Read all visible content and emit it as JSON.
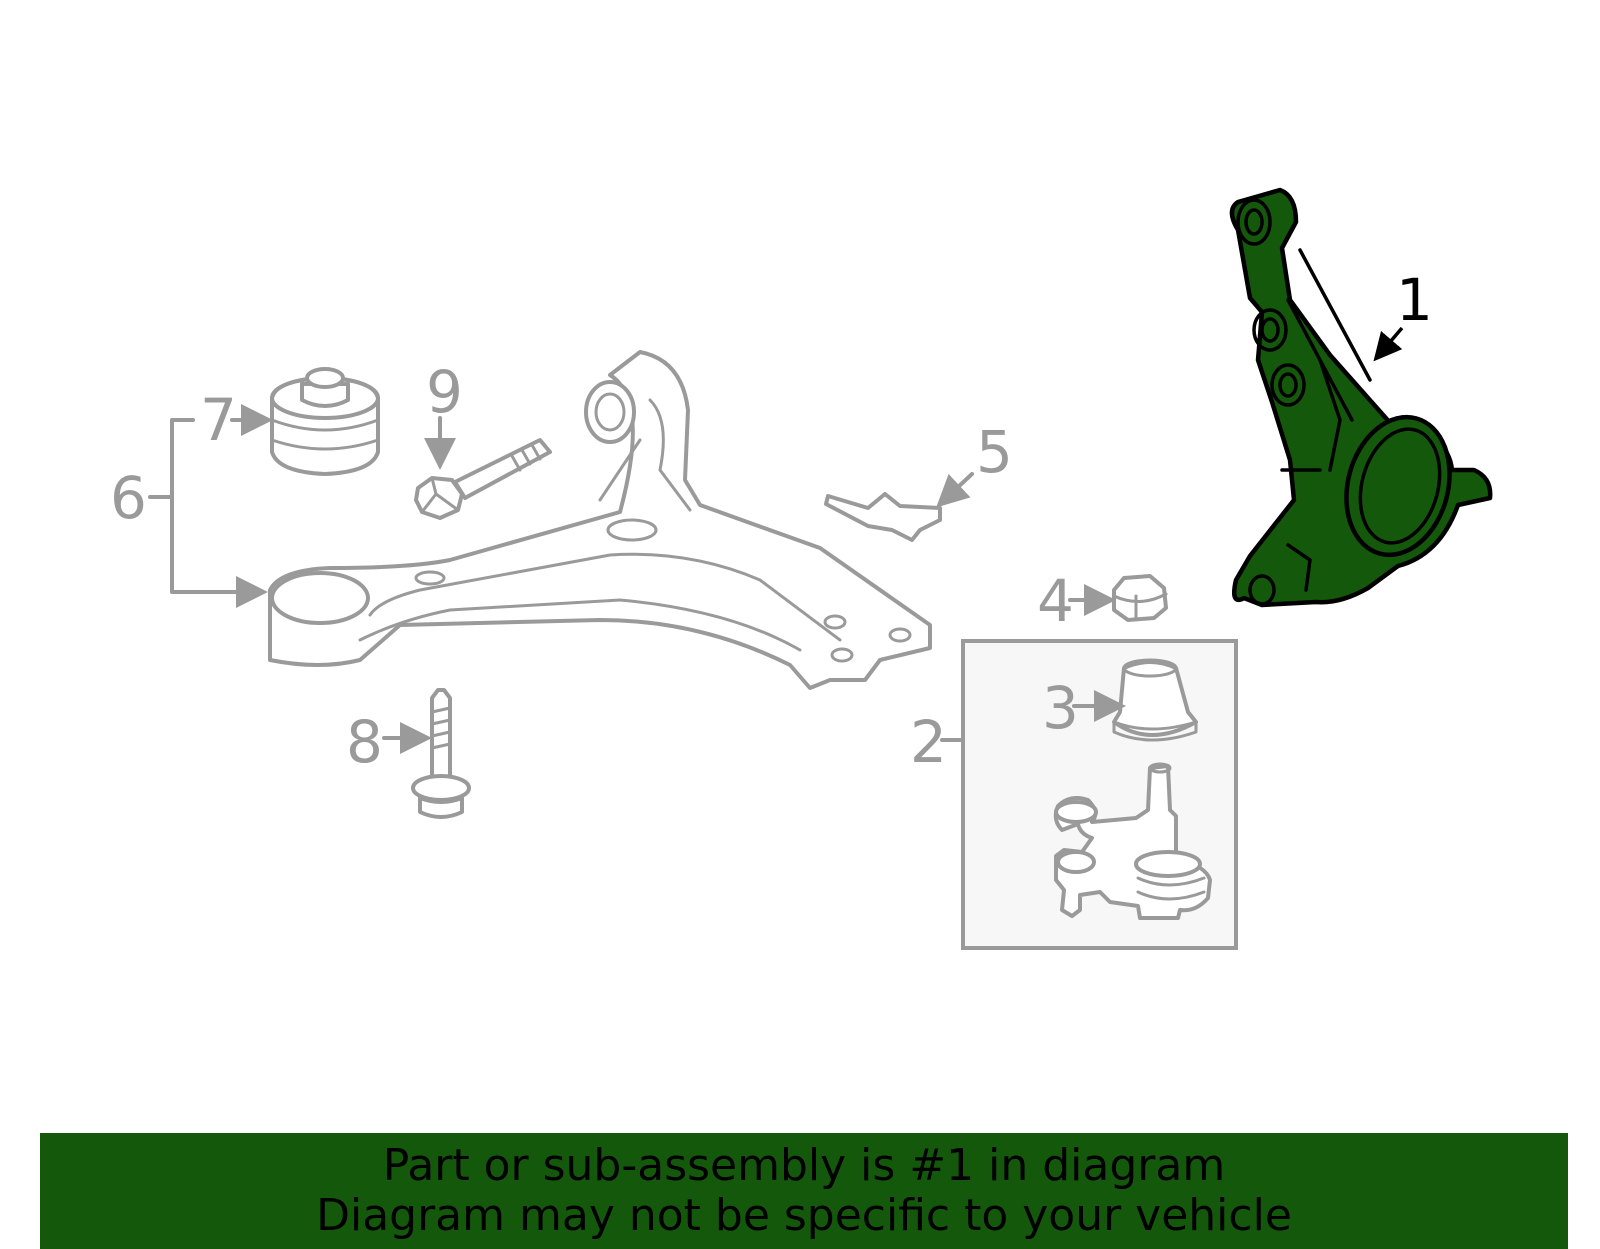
{
  "diagram": {
    "callouts": [
      {
        "id": "1",
        "label": "1"
      },
      {
        "id": "2",
        "label": "2"
      },
      {
        "id": "3",
        "label": "3"
      },
      {
        "id": "4",
        "label": "4"
      },
      {
        "id": "5",
        "label": "5"
      },
      {
        "id": "6",
        "label": "6"
      },
      {
        "id": "7",
        "label": "7"
      },
      {
        "id": "8",
        "label": "8"
      },
      {
        "id": "9",
        "label": "9"
      }
    ],
    "highlighted_part": "1",
    "colors": {
      "highlight_fill": "#14590b",
      "inactive_stroke": "#9a9a9a",
      "active_stroke": "#000000"
    }
  },
  "banner": {
    "line1": "Part or sub-assembly is #1 in diagram",
    "line2": "Diagram may not be specific to your vehicle",
    "background": "#14590b"
  }
}
